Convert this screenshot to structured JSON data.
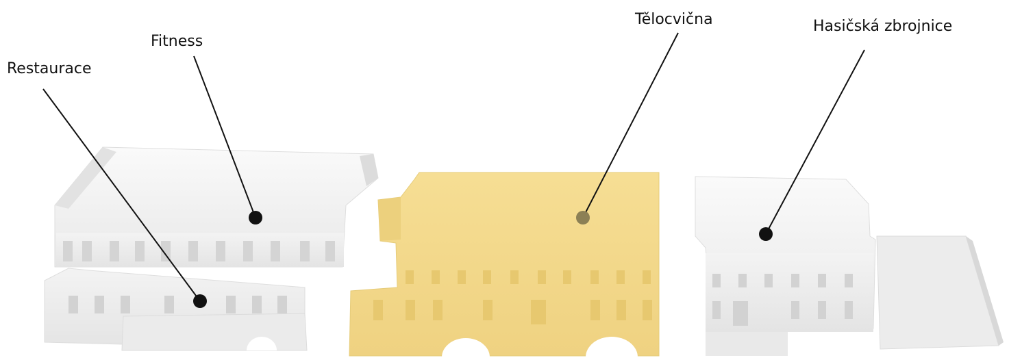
{
  "labels": {
    "restaurace": "Restaurace",
    "fitness": "Fitness",
    "telocvicna": "Tělocvična",
    "hasicska_zbrojnice": "Hasičská zbrojnice"
  },
  "colors": {
    "background": "#ffffff",
    "building_white": "#f1f1f1",
    "building_shadow": "#d9d9d9",
    "highlight_yellow": "#f3d98a",
    "highlight_yellow_shadow": "#e2c572",
    "leader_line": "#111111",
    "marker_dark": "#111111",
    "marker_highlight": "#8c8055"
  }
}
